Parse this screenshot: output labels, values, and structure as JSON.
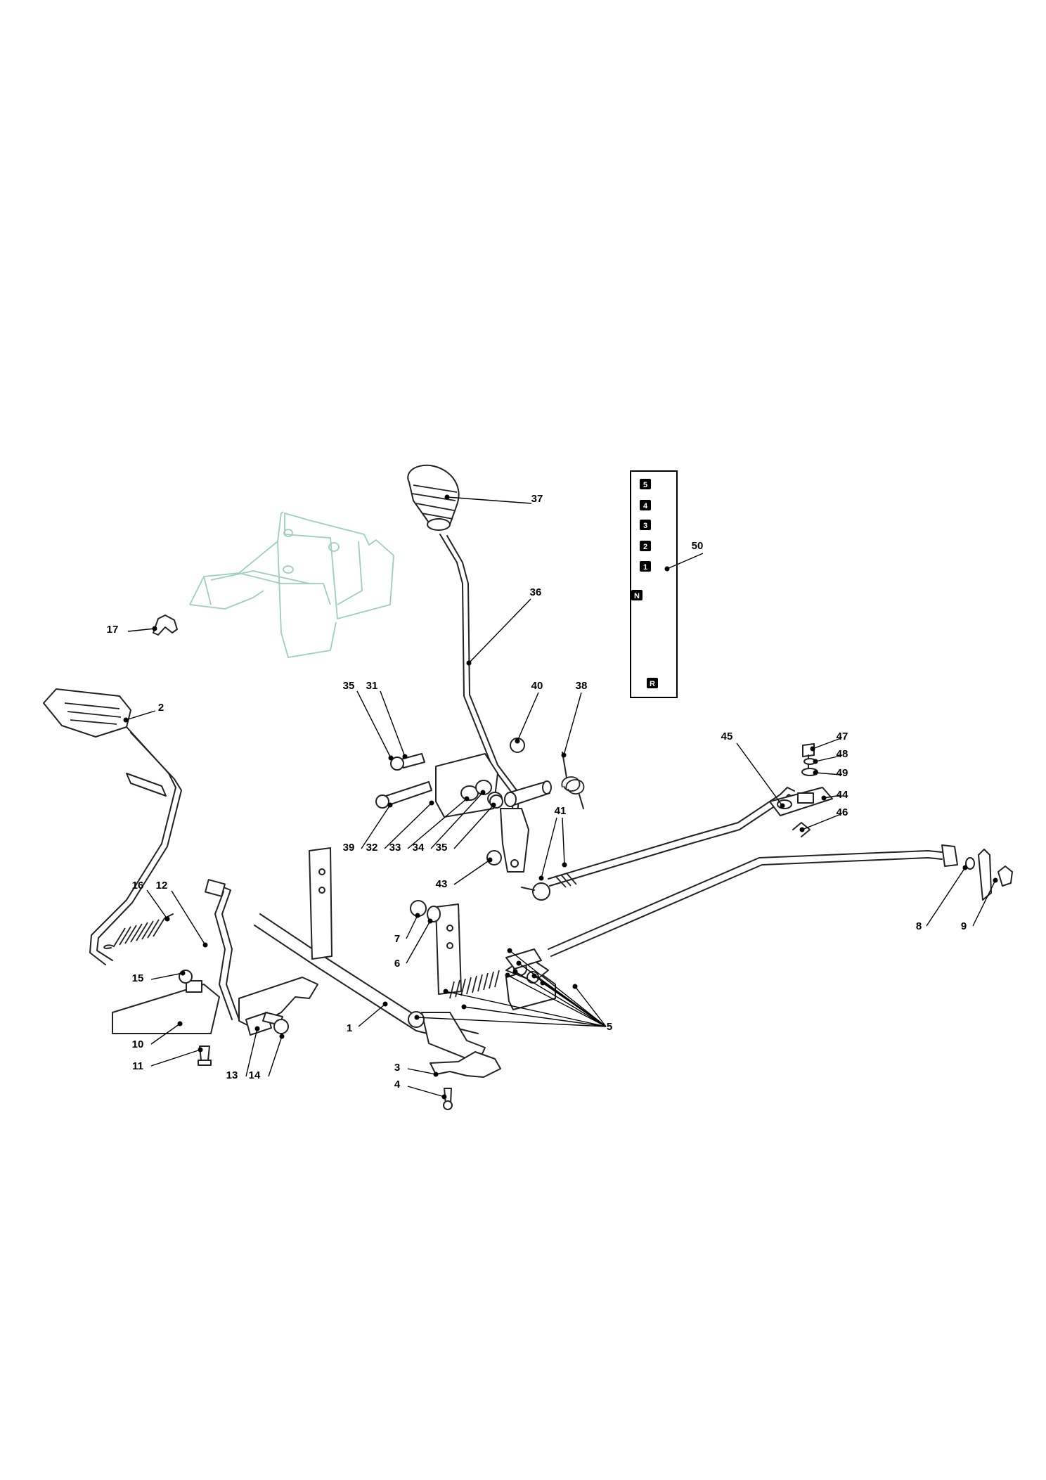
{
  "callouts": [
    {
      "id": "c1",
      "label": "1"
    },
    {
      "id": "c2",
      "label": "2"
    },
    {
      "id": "c3",
      "label": "3"
    },
    {
      "id": "c4",
      "label": "4"
    },
    {
      "id": "c5",
      "label": "5"
    },
    {
      "id": "c6",
      "label": "6"
    },
    {
      "id": "c7",
      "label": "7"
    },
    {
      "id": "c8",
      "label": "8"
    },
    {
      "id": "c9",
      "label": "9"
    },
    {
      "id": "c10",
      "label": "10"
    },
    {
      "id": "c11",
      "label": "11"
    },
    {
      "id": "c12",
      "label": "12"
    },
    {
      "id": "c13",
      "label": "13"
    },
    {
      "id": "c14",
      "label": "14"
    },
    {
      "id": "c15",
      "label": "15"
    },
    {
      "id": "c16",
      "label": "16"
    },
    {
      "id": "c17",
      "label": "17"
    },
    {
      "id": "c31",
      "label": "31"
    },
    {
      "id": "c32",
      "label": "32"
    },
    {
      "id": "c33",
      "label": "33"
    },
    {
      "id": "c34",
      "label": "34"
    },
    {
      "id": "c35a",
      "label": "35"
    },
    {
      "id": "c35b",
      "label": "35"
    },
    {
      "id": "c36",
      "label": "36"
    },
    {
      "id": "c37",
      "label": "37"
    },
    {
      "id": "c38",
      "label": "38"
    },
    {
      "id": "c39",
      "label": "39"
    },
    {
      "id": "c40",
      "label": "40"
    },
    {
      "id": "c41",
      "label": "41"
    },
    {
      "id": "c43",
      "label": "43"
    },
    {
      "id": "c44",
      "label": "44"
    },
    {
      "id": "c45",
      "label": "45"
    },
    {
      "id": "c46",
      "label": "46"
    },
    {
      "id": "c47",
      "label": "47"
    },
    {
      "id": "c48",
      "label": "48"
    },
    {
      "id": "c49",
      "label": "49"
    },
    {
      "id": "c50",
      "label": "50"
    }
  ],
  "gear_plate": {
    "gears": [
      "5",
      "4",
      "3",
      "2",
      "1",
      "N",
      "R"
    ]
  },
  "colors": {
    "line": "#222222",
    "ghost_part": "#9ccfbd",
    "background": "#ffffff"
  }
}
